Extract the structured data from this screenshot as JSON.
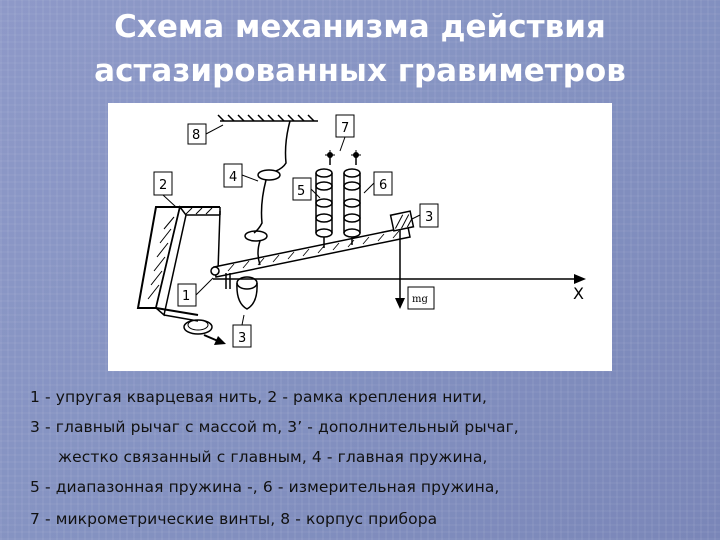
{
  "title": {
    "line1": "Схема механизма действия",
    "line2": "астазированных гравиметров"
  },
  "diagram": {
    "labels": [
      "8",
      "7",
      "2",
      "4",
      "5",
      "6",
      "3",
      "1",
      "3",
      "mg",
      "X"
    ]
  },
  "legend": {
    "line1": "1 - упругая кварцевая нить, 2 - рамка крепления нити,",
    "line2": "3 - главный рычаг с массой m, 3’ - дополнительный рычаг,",
    "line3": "жестко связанный с главным, 4 - главная пружина,",
    "line4": "5 - диапазонная пружина -, 6 - измерительная пружина,",
    "line5": "7 - микрометрические винты, 8 - корпус прибора"
  }
}
